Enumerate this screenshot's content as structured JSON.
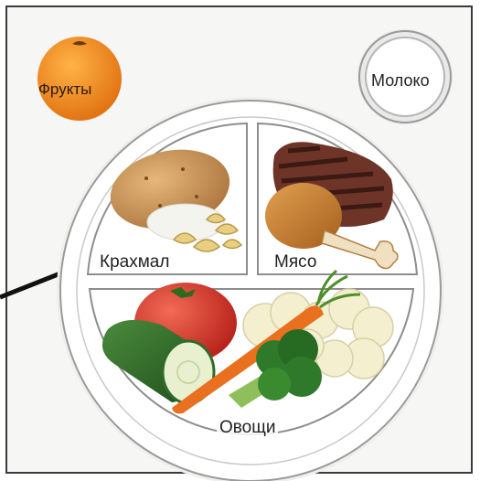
{
  "labels": {
    "fruits": "Фрукты",
    "milk": "Молоко",
    "starch": "Крахмал",
    "meat": "Мясо",
    "vegetables": "Овощи"
  },
  "colors": {
    "background": "#f6f6f4",
    "plate_rim": "#ffffff",
    "plate_outline": "#9a9a9a",
    "orange": "#f08a1a",
    "tomato": "#d9342a",
    "cucumber": "#2f6b2a",
    "carrot": "#e8701e",
    "broccoli": "#2f7a2a",
    "potato": "#c9934f",
    "steak": "#6e3428",
    "chicken": "#c47a2a"
  },
  "icons": [
    "orange-icon",
    "milk-glass-icon",
    "potato-icon",
    "rice-icon",
    "pasta-icon",
    "steak-icon",
    "chicken-leg-icon",
    "tomato-icon",
    "cucumber-icon",
    "carrot-icon",
    "broccoli-icon",
    "cauliflower-icon",
    "pointer-line"
  ]
}
